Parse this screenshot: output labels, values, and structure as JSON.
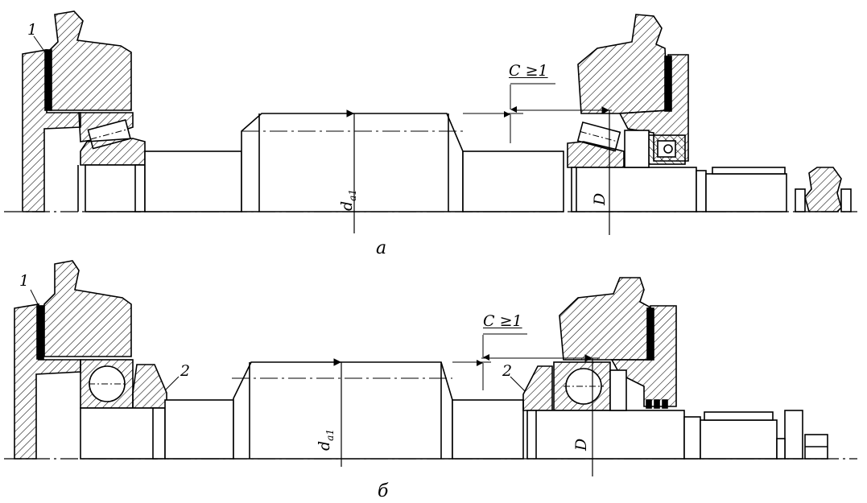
{
  "figure": {
    "top": {
      "caption": "а",
      "callout_1": "1",
      "clearance_label": "C ≥1",
      "diam_gear": "d",
      "diam_gear_sub": "a1",
      "diam_housing": "D"
    },
    "bottom": {
      "caption": "б",
      "callout_1": "1",
      "callout_2_left": "2",
      "callout_2_right": "2",
      "clearance_label": "C ≥1",
      "diam_gear": "d",
      "diam_gear_sub": "a1",
      "diam_housing": "D"
    }
  },
  "colors": {
    "line": "#000000",
    "hatch": "#000000",
    "background": "#ffffff"
  }
}
